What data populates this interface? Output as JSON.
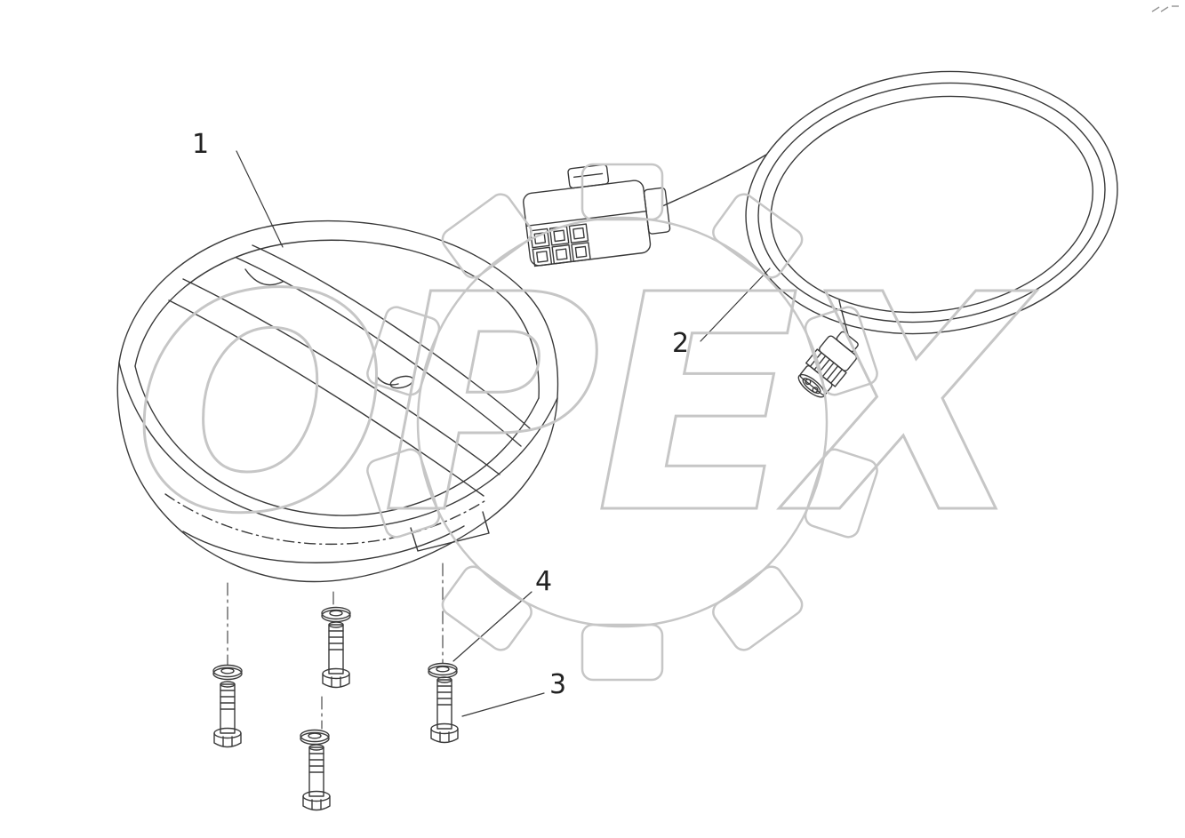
{
  "diagram": {
    "watermark_text": "OPEX",
    "watermark_color": "#c6c6c6",
    "line_color": "#3a3a3a",
    "callouts": {
      "c1": "1",
      "c2": "2",
      "c3": "3",
      "c4": "4"
    }
  }
}
